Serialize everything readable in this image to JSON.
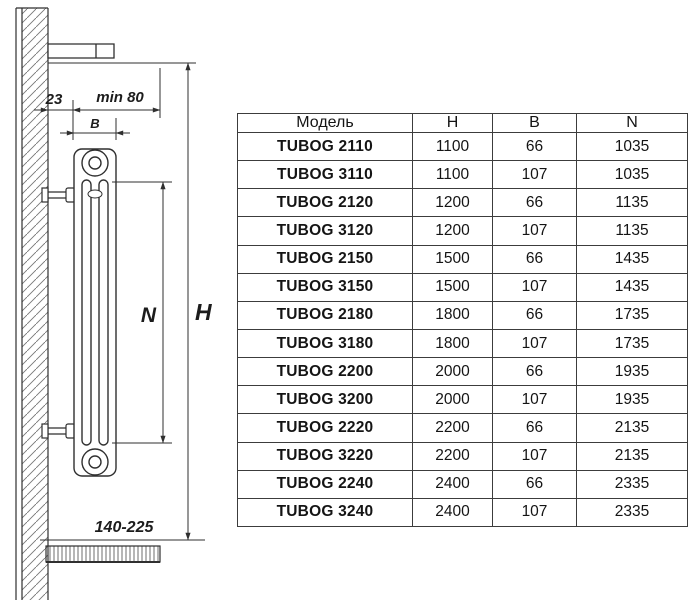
{
  "drawing": {
    "labels": {
      "gap_wall": "23",
      "min_clearance": "min 80",
      "depth": "В",
      "axis_height": "N",
      "total_height": "H",
      "floor_distance": "140-225"
    }
  },
  "table": {
    "headers": {
      "model": "Модель",
      "h": "H",
      "b": "B",
      "n": "N"
    },
    "rows": [
      {
        "model": "TUBOG 2110",
        "h": "1100",
        "b": "66",
        "n": "1035"
      },
      {
        "model": "TUBOG 3110",
        "h": "1100",
        "b": "107",
        "n": "1035"
      },
      {
        "model": "TUBOG 2120",
        "h": "1200",
        "b": "66",
        "n": "1135"
      },
      {
        "model": "TUBOG 3120",
        "h": "1200",
        "b": "107",
        "n": "1135"
      },
      {
        "model": "TUBOG 2150",
        "h": "1500",
        "b": "66",
        "n": "1435"
      },
      {
        "model": "TUBOG 3150",
        "h": "1500",
        "b": "107",
        "n": "1435"
      },
      {
        "model": "TUBOG 2180",
        "h": "1800",
        "b": "66",
        "n": "1735"
      },
      {
        "model": "TUBOG 3180",
        "h": "1800",
        "b": "107",
        "n": "1735"
      },
      {
        "model": "TUBOG 2200",
        "h": "2000",
        "b": "66",
        "n": "1935"
      },
      {
        "model": "TUBOG 3200",
        "h": "2000",
        "b": "107",
        "n": "1935"
      },
      {
        "model": "TUBOG 2220",
        "h": "2200",
        "b": "66",
        "n": "2135"
      },
      {
        "model": "TUBOG 3220",
        "h": "2200",
        "b": "107",
        "n": "2135"
      },
      {
        "model": "TUBOG 2240",
        "h": "2400",
        "b": "66",
        "n": "2335"
      },
      {
        "model": "TUBOG 3240",
        "h": "2400",
        "b": "107",
        "n": "2335"
      }
    ]
  }
}
